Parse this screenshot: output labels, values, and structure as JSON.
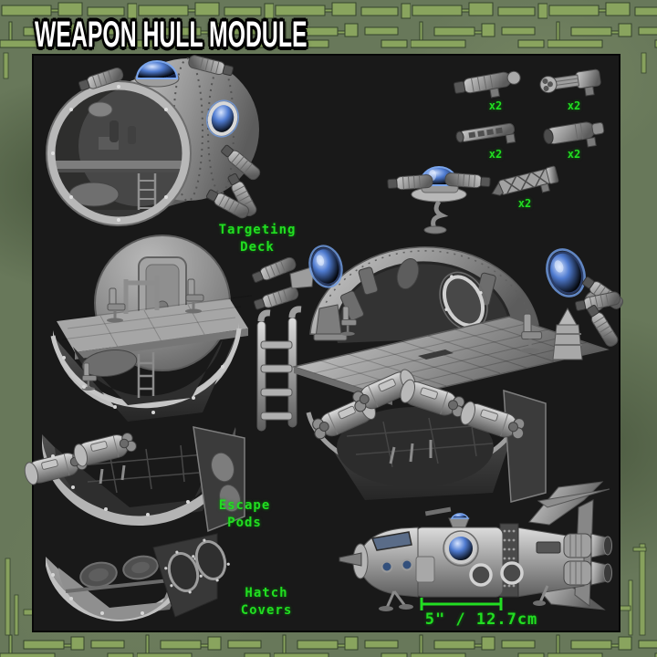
{
  "title": "WEAPON HULL MODULE",
  "labels": {
    "targeting_deck": "Targeting\nDeck",
    "escape_pods": "Escape\nPods",
    "hatch_covers": "Hatch\nCovers"
  },
  "weapons": [
    {
      "name": "ribbed-cannon",
      "qty": "x2"
    },
    {
      "name": "gatling-gun",
      "qty": "x2"
    },
    {
      "name": "vented-cannon",
      "qty": "x2"
    },
    {
      "name": "round-nose-cannon",
      "qty": "x2"
    },
    {
      "name": "lattice-cannon",
      "qty": "x2"
    }
  ],
  "dimension": {
    "label": "5\" / 12.7cm"
  },
  "colors": {
    "accent_green": "#22dd22",
    "trace_green": "#8ba65e",
    "frame_green": "#68785a",
    "panel_bg": "#191919"
  }
}
